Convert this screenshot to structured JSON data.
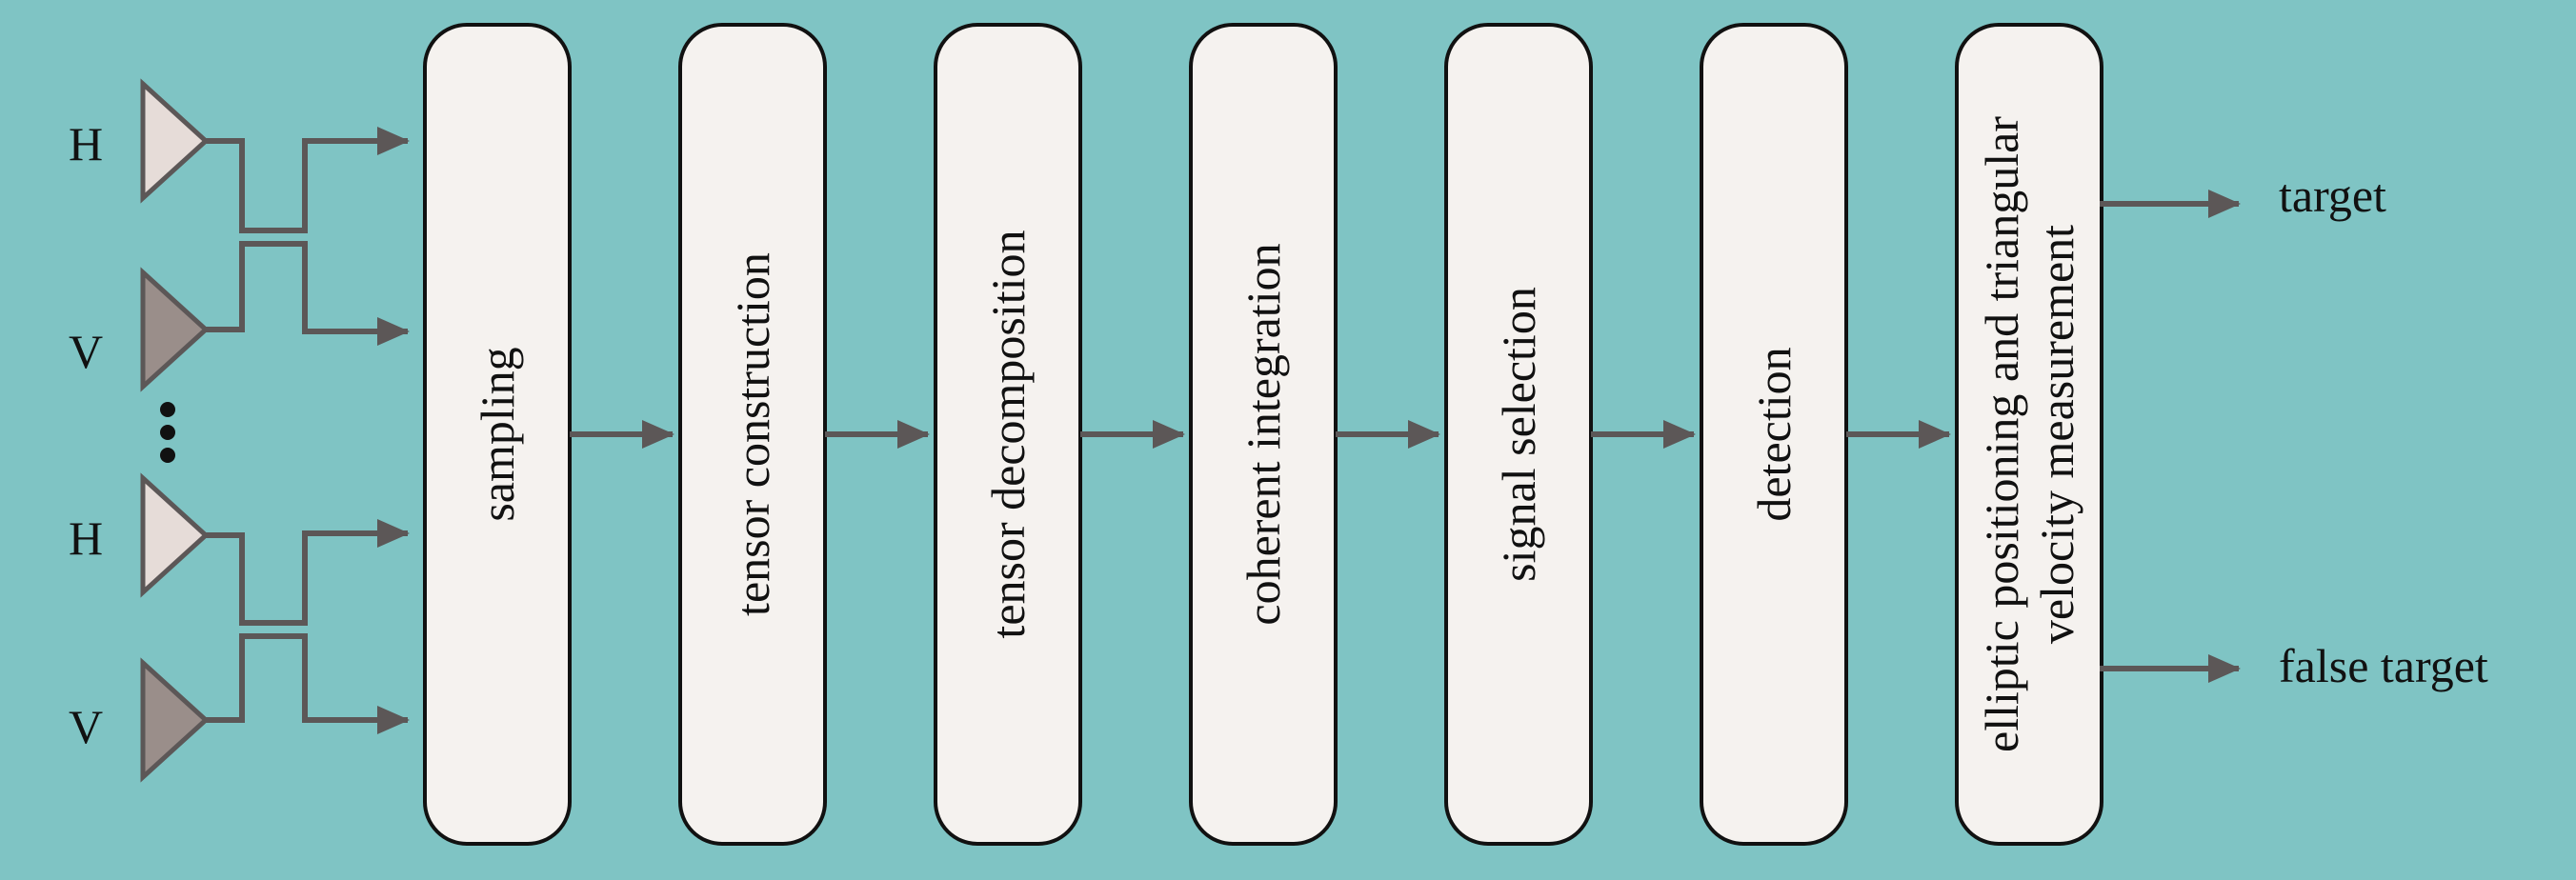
{
  "diagram": {
    "antennas": [
      {
        "label": "H",
        "shade": "light"
      },
      {
        "label": "V",
        "shade": "dark"
      },
      {
        "label": "H",
        "shade": "light"
      },
      {
        "label": "V",
        "shade": "dark"
      }
    ],
    "stages": [
      {
        "lines": [
          "sampling"
        ]
      },
      {
        "lines": [
          "tensor construction"
        ]
      },
      {
        "lines": [
          "tensor decomposition"
        ]
      },
      {
        "lines": [
          "coherent integration"
        ]
      },
      {
        "lines": [
          "signal selection"
        ]
      },
      {
        "lines": [
          "detection"
        ]
      },
      {
        "lines": [
          "elliptic positioning and triangular",
          "velocity measurement"
        ]
      }
    ],
    "outputs": [
      {
        "label": "target"
      },
      {
        "label": "false target"
      }
    ]
  },
  "colors": {
    "background": "#7fc4c4",
    "box_fill": "#f5f2ef",
    "box_stroke": "#111111",
    "line": "#5c5757",
    "antenna_light": "#e6dcd8",
    "antenna_dark": "#9a8e8a"
  },
  "icons": {
    "antenna": "triangle-antenna-icon",
    "ellipsis": "vertical-dots-icon"
  }
}
